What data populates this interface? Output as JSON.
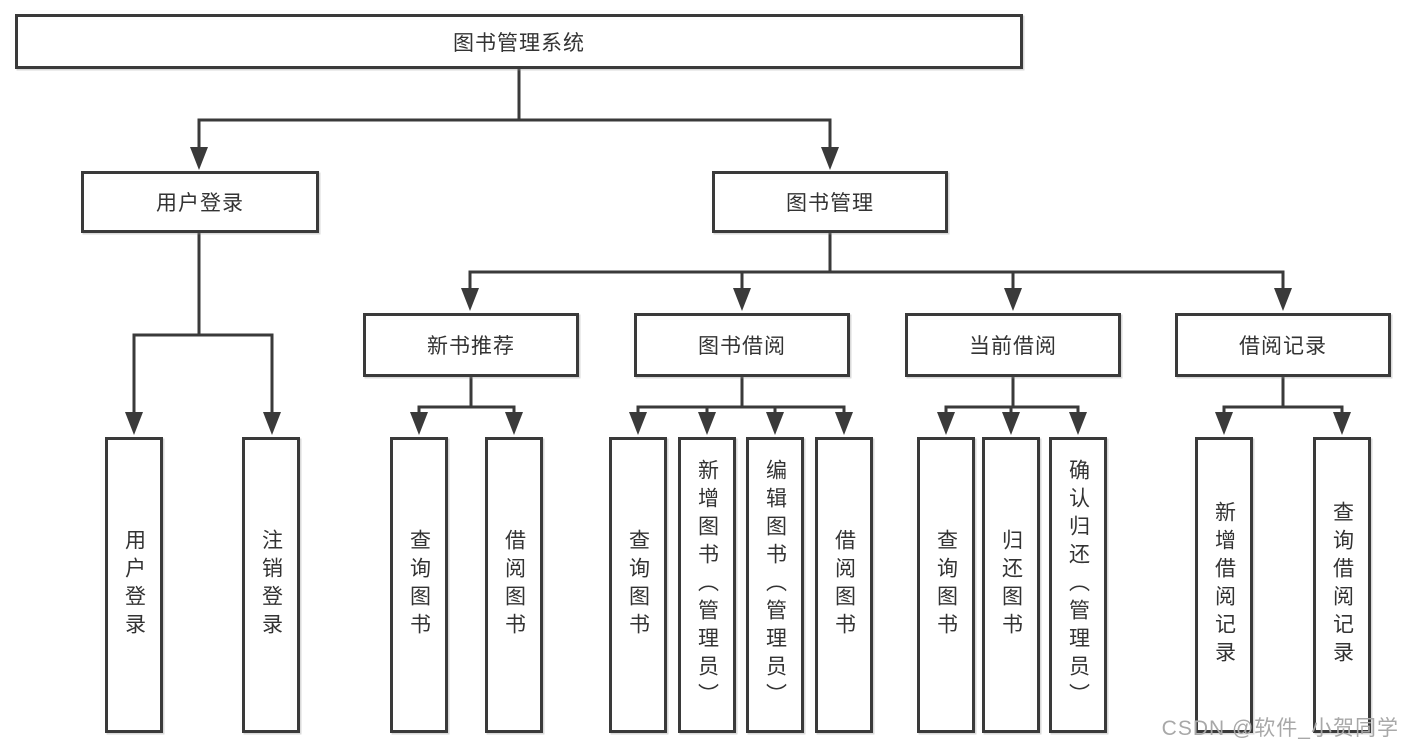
{
  "diagram": {
    "root": {
      "label": "图书管理系统"
    },
    "branches": [
      {
        "label": "用户登录",
        "children": [
          {
            "label": "用户登录"
          },
          {
            "label": "注销登录"
          }
        ]
      },
      {
        "label": "图书管理",
        "children": [
          {
            "label": "新书推荐",
            "children": [
              {
                "label": "查询图书"
              },
              {
                "label": "借阅图书"
              }
            ]
          },
          {
            "label": "图书借阅",
            "children": [
              {
                "label": "查询图书"
              },
              {
                "label": "新增图书（管理员）"
              },
              {
                "label": "编辑图书（管理员）"
              },
              {
                "label": "借阅图书"
              }
            ]
          },
          {
            "label": "当前借阅",
            "children": [
              {
                "label": "查询图书"
              },
              {
                "label": "归还图书"
              },
              {
                "label": "确认归还（管理员）"
              }
            ]
          },
          {
            "label": "借阅记录",
            "children": [
              {
                "label": "新增借阅记录"
              },
              {
                "label": "查询借阅记录"
              }
            ]
          }
        ]
      }
    ]
  },
  "watermark": {
    "text": "CSDN @软件_小贺同学"
  },
  "colors": {
    "line": "#3a3a3a",
    "box_border": "#3a3a3a",
    "box_fill": "#ffffff",
    "text": "#333333",
    "watermark": "#a8a8a8"
  }
}
